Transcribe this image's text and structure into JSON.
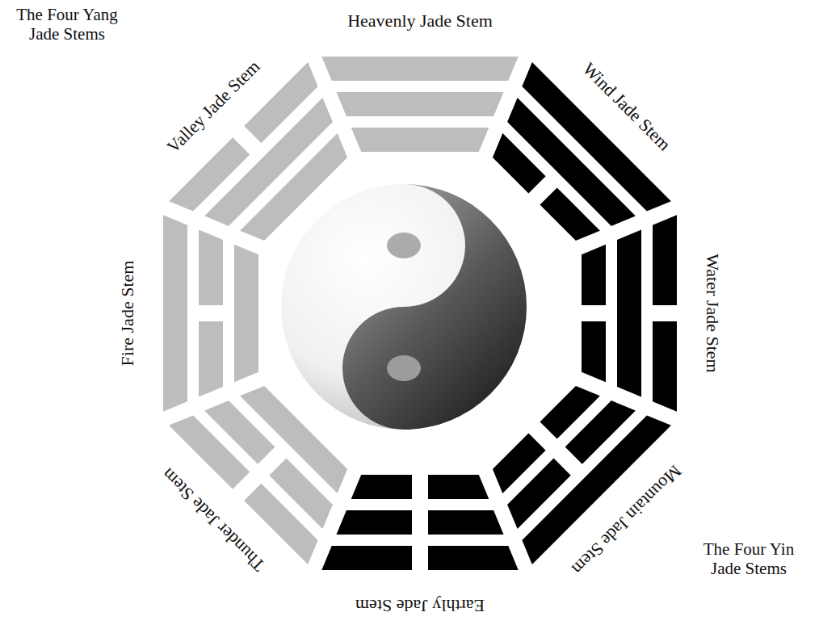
{
  "diagram": {
    "labels": [
      "The Four Yang Jade Stems",
      "Heavenly Jade Stem",
      "Wind Jade Stem",
      "Water Jade Stem",
      "Mountain Jade Stem",
      "Earthly Jade Stem",
      "Thunder Jade Stem",
      "Fire Jade Stem",
      "Valley Jade Stem",
      "The Four Yin Jade Stems"
    ]
  }
}
